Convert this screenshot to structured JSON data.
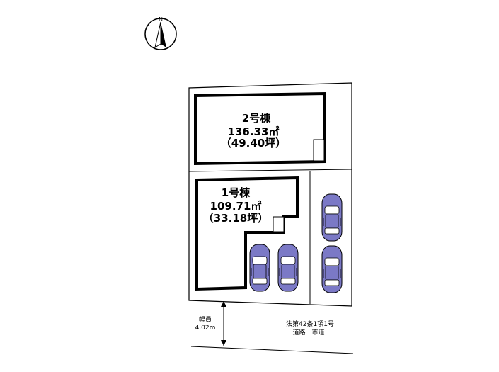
{
  "compass": {
    "north_label": "N"
  },
  "lots": [
    {
      "building": "2号棟",
      "area_sqm": "136.33㎡",
      "area_tsubo": "（49.40坪）"
    },
    {
      "building": "1号棟",
      "area_sqm": "109.71㎡",
      "area_tsubo": "（33.18坪）"
    }
  ],
  "road": {
    "width_label": "幅員",
    "width_value": "4.02m",
    "law_note": "法第42条1項1号",
    "road_type": "道路　市道"
  },
  "parking": {
    "car_count": 4,
    "car_color": "#7b79c6"
  },
  "colors": {
    "line": "#000000",
    "car_fill": "#7b79c6",
    "car_window": "#ffffff"
  }
}
